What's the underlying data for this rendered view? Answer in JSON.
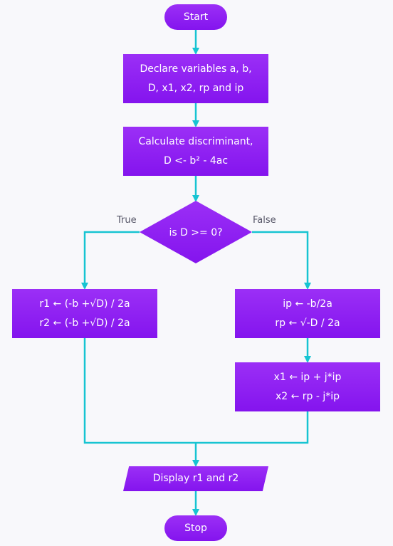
{
  "flowchart": {
    "start": "Start",
    "declare": {
      "line1": "Declare variables a, b,",
      "line2": "D, x1, x2, rp and ip"
    },
    "discriminant": {
      "line1": "Calculate discriminant,",
      "line2": "D <- b² - 4ac"
    },
    "decision": "is D >= 0?",
    "true_label": "True",
    "false_label": "False",
    "real_roots": {
      "line1": "r1 ← (-b +√D) / 2a",
      "line2": "r2 ← (-b +√D) / 2a"
    },
    "complex_parts": {
      "line1": "ip ← -b/2a",
      "line2": "rp ← √-D / 2a"
    },
    "complex_roots": {
      "line1": "x1 ← ip + j*ip",
      "line2": "x2 ← rp - j*ip"
    },
    "display": "Display r1 and r2",
    "stop": "Stop"
  },
  "colors": {
    "node_fill": "#8a1cf0",
    "arrow": "#17c4d2",
    "background": "#f8f8fb"
  }
}
